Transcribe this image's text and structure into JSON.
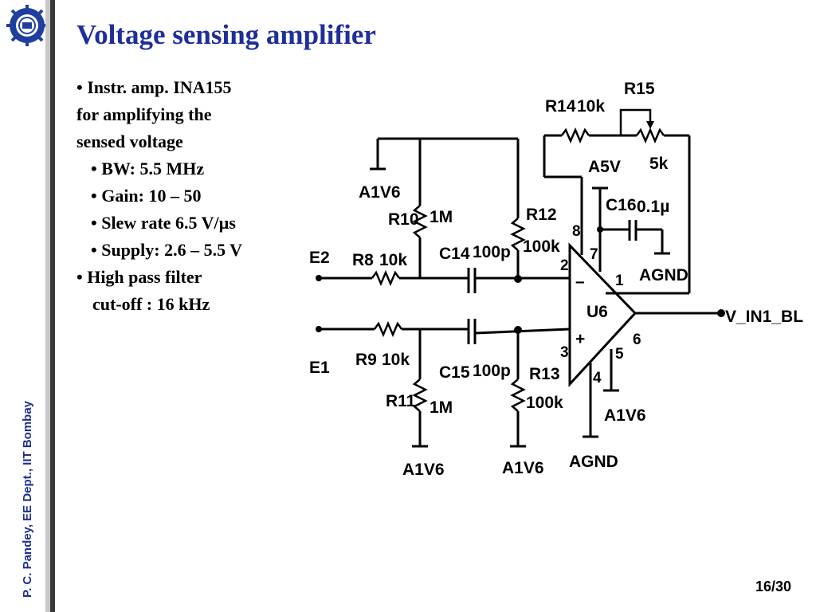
{
  "slide": {
    "title": "Voltage sensing amplifier",
    "author": "P. C. Pandey, EE Dept., IIT Bombay",
    "page": "16/30",
    "bullets": [
      {
        "text": "• Instr. amp. INA155",
        "cont": [
          "for amplifying  the",
          "sensed voltage"
        ]
      },
      {
        "sub": [
          "BW: 5.5 MHz",
          "Gain: 10 – 50",
          "Slew rate 6.5 V/µs",
          "Supply: 2.6 – 5.5 V"
        ]
      },
      {
        "text": "• High pass filter",
        "cont2": [
          "cut-off : 16 kHz"
        ]
      }
    ]
  },
  "circuit": {
    "nodes": {
      "e2": "E2",
      "e1": "E1",
      "out": "V_IN1_BL"
    },
    "components": {
      "r8": {
        "name": "R8",
        "value": "10k"
      },
      "r9": {
        "name": "R9",
        "value": "10k"
      },
      "r10": {
        "name": "R10",
        "value": "1M"
      },
      "r11": {
        "name": "R11",
        "value": "1M"
      },
      "r12": {
        "name": "R12",
        "value": "100k"
      },
      "r13": {
        "name": "R13",
        "value": "100k"
      },
      "r14": {
        "name": "R14",
        "value": "10k"
      },
      "r15": {
        "name": "R15",
        "value": "5k"
      },
      "c14": {
        "name": "C14",
        "value": "100p"
      },
      "c15": {
        "name": "C15",
        "value": "100p"
      },
      "c16": {
        "name": "C16",
        "value": "0.1µ"
      },
      "u6": {
        "name": "U6",
        "minus": "–",
        "plus": "+"
      }
    },
    "pins": {
      "p1": "1",
      "p2": "2",
      "p3": "3",
      "p4": "4",
      "p5": "5",
      "p6": "6",
      "p7": "7",
      "p8": "8"
    },
    "supplies": {
      "a1v6_top": "A1V6",
      "a1v6_r11": "A1V6",
      "a1v6_r13": "A1V6",
      "a1v6_pin4": "A1V6",
      "a5v": "A5V",
      "agnd_c16": "AGND",
      "agnd_bottom": "AGND"
    }
  }
}
